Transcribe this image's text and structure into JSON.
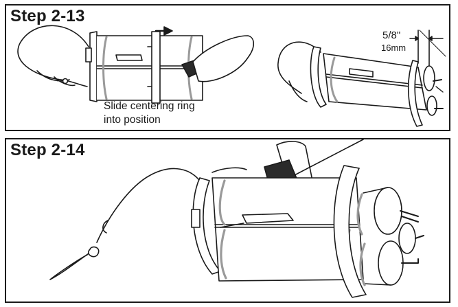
{
  "steps": [
    {
      "title": "Step 2-13",
      "caption_line1": "Slide centering ring",
      "caption_line2": "into position",
      "measurement_imperial": "5/8\"",
      "measurement_metric": "16mm"
    },
    {
      "title": "Step 2-14"
    }
  ],
  "colors": {
    "outline": "#1a1a1a",
    "tube_shade": "#9a9a9a",
    "dark_part": "#2a2a2a"
  },
  "icons": [
    "arrow-right-icon"
  ]
}
